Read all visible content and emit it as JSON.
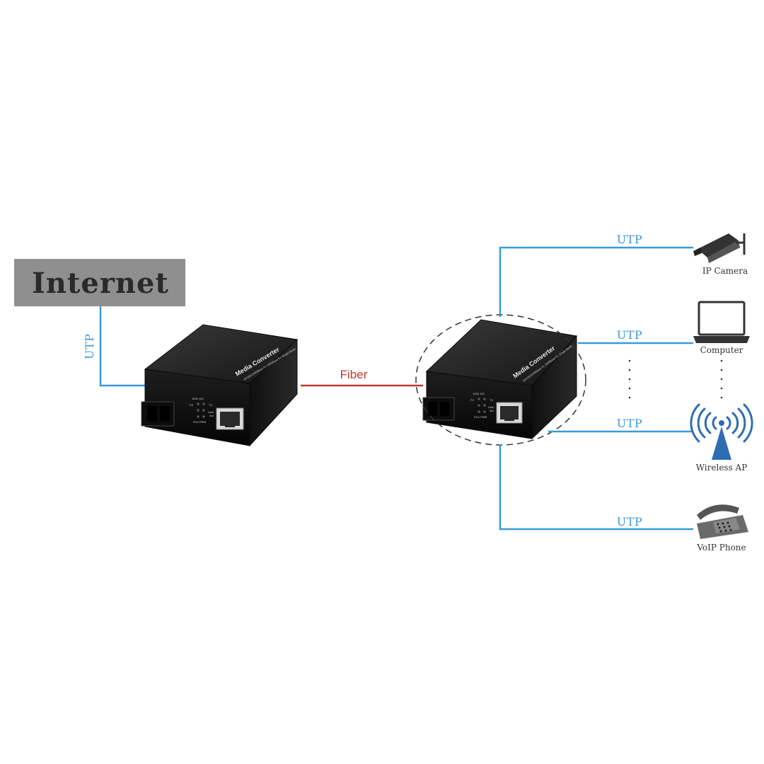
{
  "internet": {
    "label": "Internet"
  },
  "links": {
    "internet_utp": "UTP",
    "fiber": "Fiber",
    "utp_camera": "UTP",
    "utp_computer": "UTP",
    "utp_ap": "UTP",
    "utp_phone": "UTP"
  },
  "converter": {
    "title": "Media Converter",
    "spec": "10/100/1000Base-Tx 1000Base-Fx Single Mode",
    "led_header": "1000 100",
    "led_fx": "FX",
    "led_tx": "TX",
    "led_link": "Link/",
    "led_act": "Act",
    "led_pwr": "FDX PWR"
  },
  "devices": {
    "camera": "IP Camera",
    "computer": "Computer",
    "ap": "Wireless AP",
    "phone": "VoIP Phone"
  },
  "colors": {
    "utp": "#3a9ad9",
    "fiber": "#c0392b",
    "internet_box": "#8f8f8f",
    "device": "#1c1c1c"
  }
}
